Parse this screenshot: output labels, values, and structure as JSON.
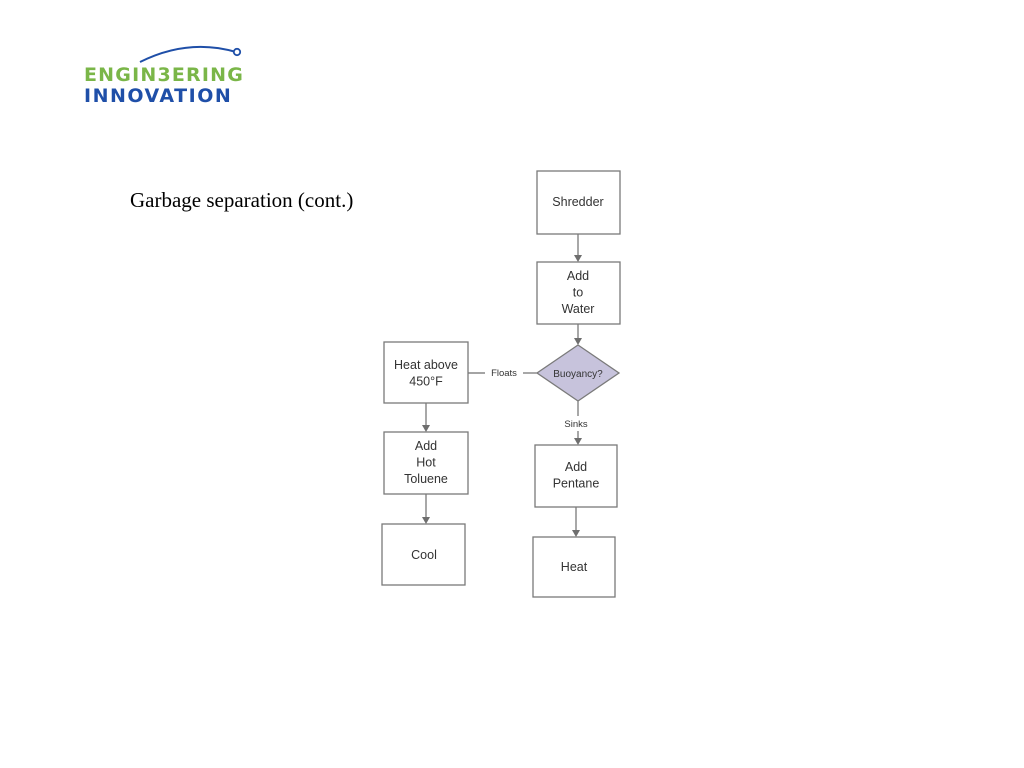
{
  "logo": {
    "line1": "ENGIN3ERING",
    "line2": "INNOVATION",
    "green": "#7ab648",
    "blue": "#1f4fa8"
  },
  "slide": {
    "title": "Garbage separation (cont.)"
  },
  "diagram": {
    "nodes": {
      "shredder": [
        "Shredder"
      ],
      "add_to_water": [
        "Add",
        "to",
        "Water"
      ],
      "buoyancy": [
        "Buoyancy?"
      ],
      "heat_above": [
        "Heat above",
        "450°F"
      ],
      "add_hot_toluene": [
        "Add",
        "Hot",
        "Toluene"
      ],
      "cool": [
        "Cool"
      ],
      "add_pentane": [
        "Add",
        "Pentane"
      ],
      "heat": [
        "Heat"
      ]
    },
    "edges": {
      "floats": "Floats",
      "sinks": "Sinks"
    }
  }
}
